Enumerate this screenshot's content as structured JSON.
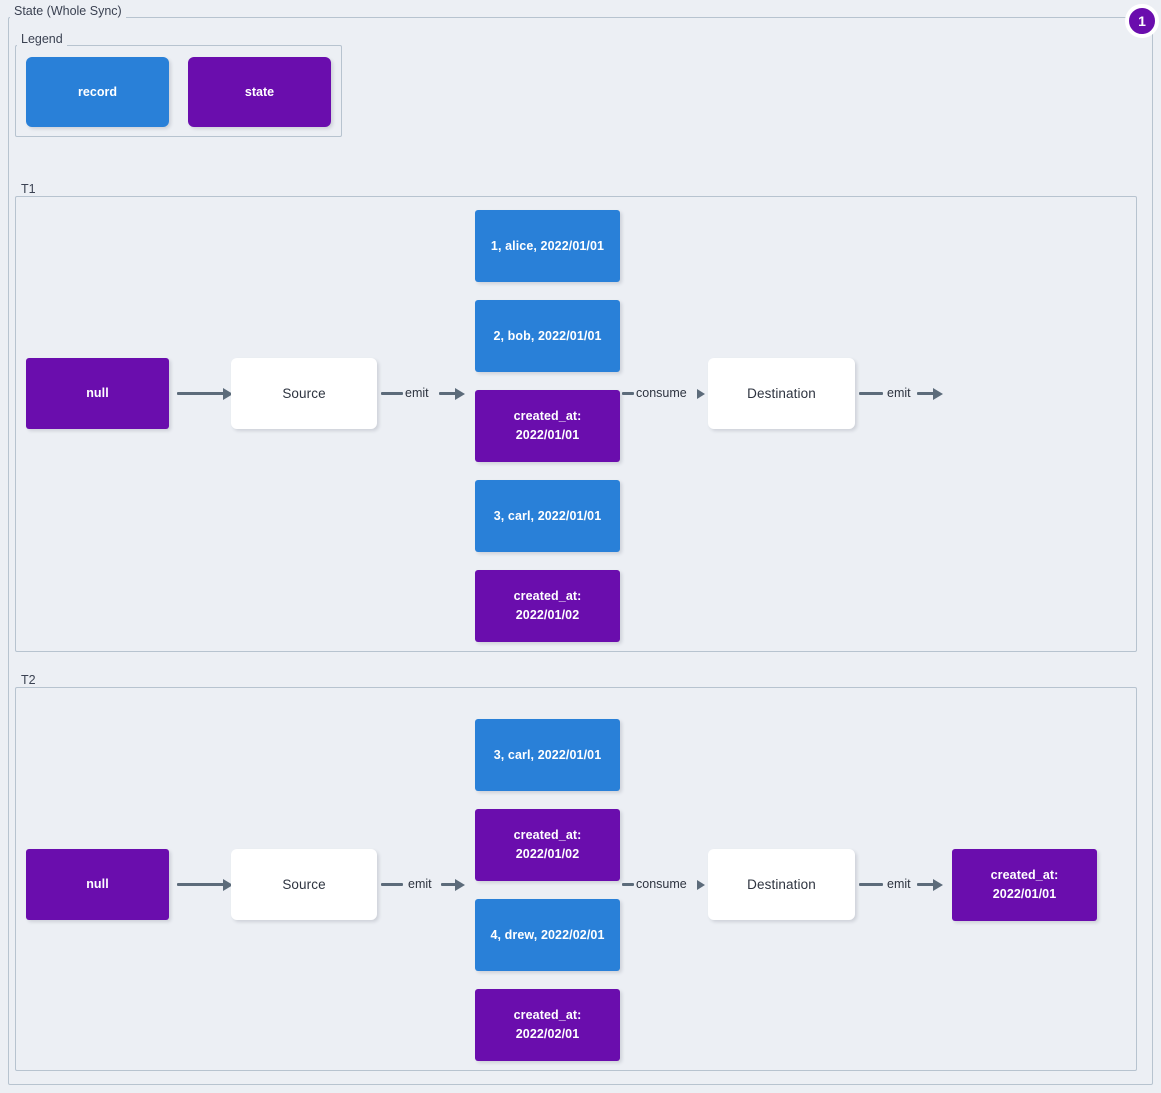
{
  "title": "State (Whole Sync)",
  "badge": {
    "count": "1",
    "color": "#6a0dad"
  },
  "colors": {
    "record": "#2980d8",
    "state": "#6a0dad",
    "process": "#ffffff",
    "background": "#eceff4",
    "border": "#b7c3cf",
    "edge": "#5c6b7a"
  },
  "legend": {
    "label": "Legend",
    "items": [
      {
        "name": "record",
        "label": "record",
        "color": "#2980d8"
      },
      {
        "name": "state",
        "label": "state",
        "color": "#6a0dad"
      }
    ]
  },
  "t1": {
    "label": "T1",
    "initial_state": "null",
    "source": "Source",
    "destination": "Destination",
    "edges": {
      "state_to_source": "",
      "source_emit": "emit",
      "dest_consume": "consume",
      "dest_emit": "emit"
    },
    "messages": [
      {
        "type": "record",
        "text": "1, alice, 2022/01/01"
      },
      {
        "type": "record",
        "text": "2, bob, 2022/01/01"
      },
      {
        "type": "state",
        "text": "created_at:\n2022/01/01"
      },
      {
        "type": "record",
        "text": "3, carl, 2022/01/01"
      },
      {
        "type": "state",
        "text": "created_at:\n2022/01/02"
      }
    ],
    "output_state": null
  },
  "t2": {
    "label": "T2",
    "initial_state": "null",
    "source": "Source",
    "destination": "Destination",
    "edges": {
      "state_to_source": "",
      "source_emit": "emit",
      "dest_consume": "consume",
      "dest_emit": "emit"
    },
    "messages": [
      {
        "type": "record",
        "text": "3, carl, 2022/01/01"
      },
      {
        "type": "state",
        "text": "created_at:\n2022/01/02"
      },
      {
        "type": "record",
        "text": "4, drew, 2022/02/01"
      },
      {
        "type": "state",
        "text": "created_at:\n2022/02/01"
      }
    ],
    "output_state": {
      "type": "state",
      "text": "created_at:\n2022/01/01"
    }
  }
}
